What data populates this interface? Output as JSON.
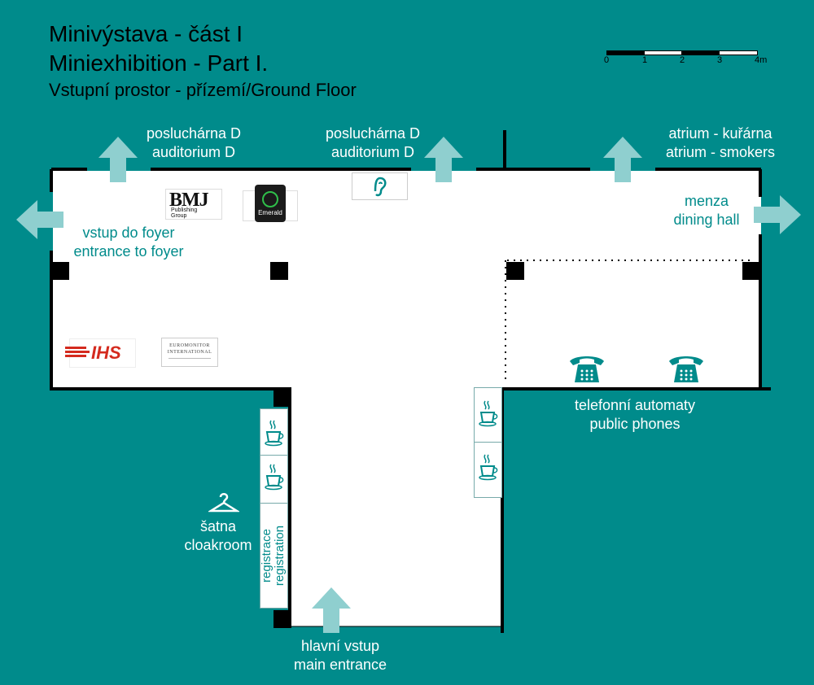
{
  "title": {
    "line1": "Minivýstava - část I",
    "line2": "Miniexhibition - Part I.",
    "line3": "Vstupní prostor - přízemí/Ground Floor"
  },
  "scale_bar": {
    "labels": [
      "0",
      "1",
      "2",
      "3",
      "4m"
    ]
  },
  "labels": {
    "auditorium_left_cz": "posluchárna D",
    "auditorium_left_en": "auditorium D",
    "auditorium_mid_cz": "posluchárna D",
    "auditorium_mid_en": "auditorium D",
    "atrium_cz": "atrium - kuřárna",
    "atrium_en": "atrium - smokers",
    "foyer_cz": "vstup do foyer",
    "foyer_en": "entrance to foyer",
    "dining_cz": "menza",
    "dining_en": "dining hall",
    "phones_cz": "telefonní automaty",
    "phones_en": "public phones",
    "cloak_cz": "šatna",
    "cloak_en": "cloakroom",
    "registration_cz": "registrace",
    "registration_en": "registration",
    "entrance_cz": "hlavní vstup",
    "entrance_en": "main entrance"
  },
  "logos": {
    "bmj": "BMJ",
    "bmj_sub1": "Publishing",
    "bmj_sub2": "Group",
    "emerald": "Emerald",
    "ihs": "IHS",
    "euromonitor": "EUROMONITOR",
    "euromonitor_sub": "INTERNATIONAL"
  },
  "colors": {
    "background": "#008b8b",
    "floor": "#ffffff",
    "wall": "#000000",
    "arrow": "#8fcfcf"
  },
  "icons": [
    "arrow-up-icon",
    "arrow-left-icon",
    "arrow-right-icon",
    "ear-icon",
    "phone-icon",
    "coffee-icon",
    "hanger-icon"
  ]
}
